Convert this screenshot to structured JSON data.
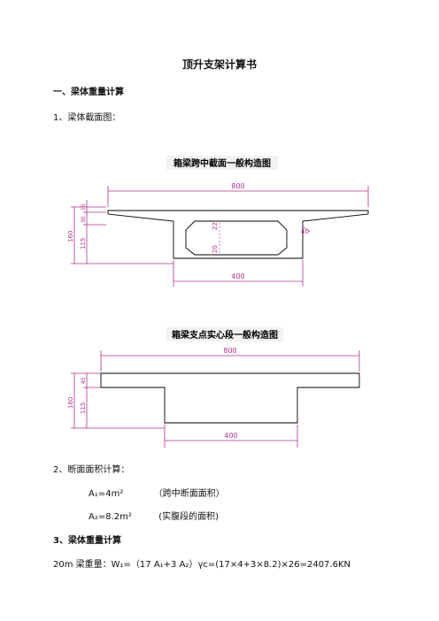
{
  "doc": {
    "title": "顶升支架计算书",
    "section1": "一、梁体重量计算",
    "item1": "1、梁体截面图：",
    "item2": "2、断面面积计算：",
    "a1": {
      "label": "A₁=4m²",
      "note": "（跨中断面面积）"
    },
    "a2": {
      "label": "A₂=8.2m²",
      "note": "(实腹段的面积)"
    },
    "item3": "3、梁体重量计算",
    "weight": "20m 梁重量：W₁=（17 A₁+3 A₂）γc=(17×4+3×8.2)×26=2407.6KN"
  },
  "fig1": {
    "caption": "箱梁跨中截面一般构造图",
    "dims": {
      "top": "800",
      "bottom": "400",
      "h_total": "160",
      "h_15": "15",
      "h_30": "30",
      "h_115": "115",
      "v22": "22",
      "v20": "20",
      "r40": "40"
    }
  },
  "fig2": {
    "caption": "箱梁支点实心段一般构造图",
    "dims": {
      "top": "800",
      "bottom": "400",
      "h_total": "160",
      "h_45": "45",
      "h_115": "115"
    }
  },
  "colors": {
    "dimension": "#b0308a",
    "structure": "#000000",
    "caption_bg": "#f2f2f2"
  }
}
